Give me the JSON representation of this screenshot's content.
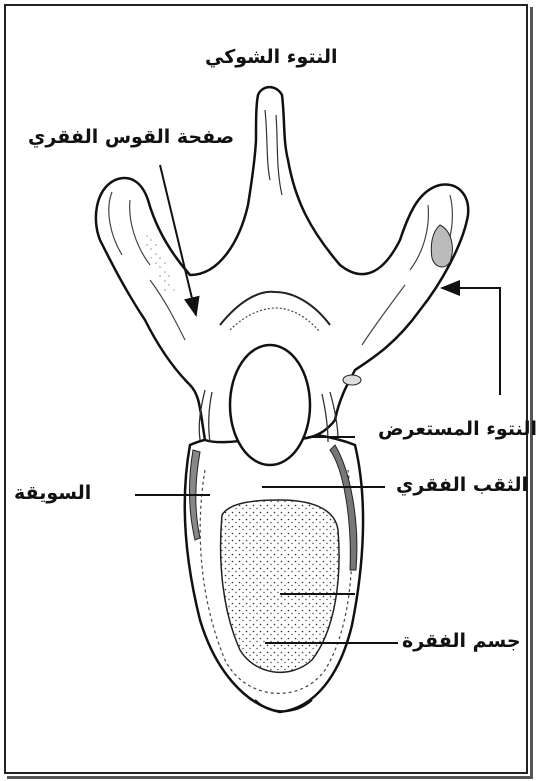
{
  "labels": {
    "spinous_process": "النتوء الشوكي",
    "lamina": "صفحة القوس الفقري",
    "transverse_process": "النتوء المستعرض",
    "pedicle": "السويقة",
    "vertebral_foramen": "الثقب الفقري",
    "vertebral_body": "جسم الفقرة"
  }
}
